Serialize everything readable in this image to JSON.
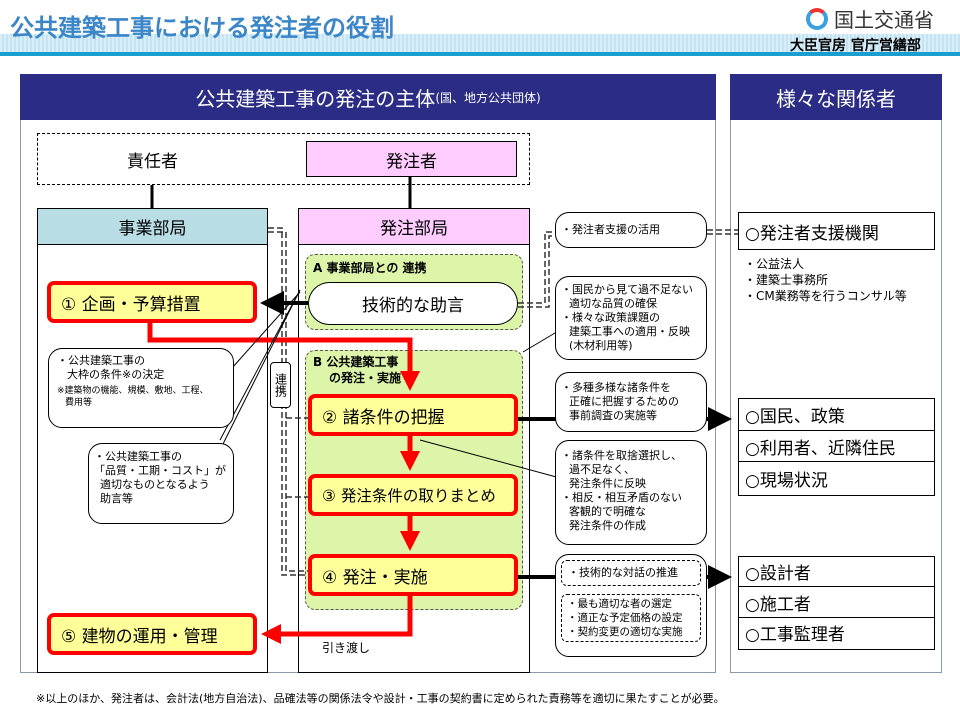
{
  "header": {
    "title": "公共建築工事における発注者の役割",
    "ministry": "国土交通省",
    "department": "大臣官房 官庁営繕部"
  },
  "main_panel": {
    "title": "公共建築工事の発注の主体",
    "title_note": "(国、地方公共団体)"
  },
  "side_panel": {
    "title": "様々な関係者"
  },
  "top": {
    "responsible": "責任者",
    "orderer": "発注者"
  },
  "business_dept": {
    "title": "事業部局",
    "step1": "① 企画・予算措置",
    "step5": "⑤ 建物の運用・管理"
  },
  "ordering_dept": {
    "title": "発注部局",
    "groupA": "A 事業部局との 連携",
    "advice": "技術的な助言",
    "groupB_line1": "B 公共建築工事",
    "groupB_line2": "の発注・実施",
    "step2": "② 諸条件の把握",
    "step3": "③ 発注条件の取りまとめ",
    "step4": "④ 発注・実施",
    "handover": "引き渡し"
  },
  "renkei": "連携",
  "left_callouts": [
    {
      "lines": [
        "・公共建築工事の",
        "大枠の条件※の決定"
      ],
      "note": [
        "※建築物の機能、規模、敷地、工程、",
        "費用等"
      ]
    },
    {
      "lines": [
        "・公共建築工事の",
        "「品質・工期・コスト」が",
        "適切なものとなるよう",
        "助言等"
      ]
    }
  ],
  "right_callouts": [
    {
      "lines": [
        "・発注者支援の活用"
      ]
    },
    {
      "lines": [
        "・国民から見て過不足ない",
        "適切な品質の確保",
        "・様々な政策課題の",
        "建築工事への適用・反映",
        "(木材利用等)"
      ]
    },
    {
      "lines": [
        "・多種多様な諸条件を",
        "正確に把握するための",
        "事前調査の実施等"
      ]
    },
    {
      "lines": [
        "・諸条件を取捨選択し、",
        "過不足なく、",
        "発注条件に反映",
        "・相反・相互矛盾のない",
        "客観的で明確な",
        "発注条件の作成"
      ]
    },
    {
      "inner1": [
        "・技術的な対話の推進"
      ],
      "inner2": [
        "・最も適切な者の選定",
        "・適正な予定価格の設定",
        "・契約変更の適切な実施"
      ]
    }
  ],
  "stakeholders": {
    "support": "○発注者支援機関",
    "support_items": [
      "・公益法人",
      "・建築士事務所",
      "・CM業務等を行うコンサル等"
    ],
    "group2": [
      "○国民、政策",
      "○利用者、近隣住民",
      "○現場状況"
    ],
    "group3": [
      "○設計者",
      "○施工者",
      "○工事監理者"
    ]
  },
  "footnote": "※以上のほか、発注者は、会計法(地方自治法)、品確法等の関係法令や設計・工事の契約書に定められた責務等を適切に果たすことが必要。",
  "colors": {
    "navy": "#2b2c86",
    "step_fill": "#ffff99",
    "step_border": "#ff0000",
    "green": "#dcf5a8",
    "pink": "#ffccff",
    "lightblue": "#b8dde4"
  }
}
